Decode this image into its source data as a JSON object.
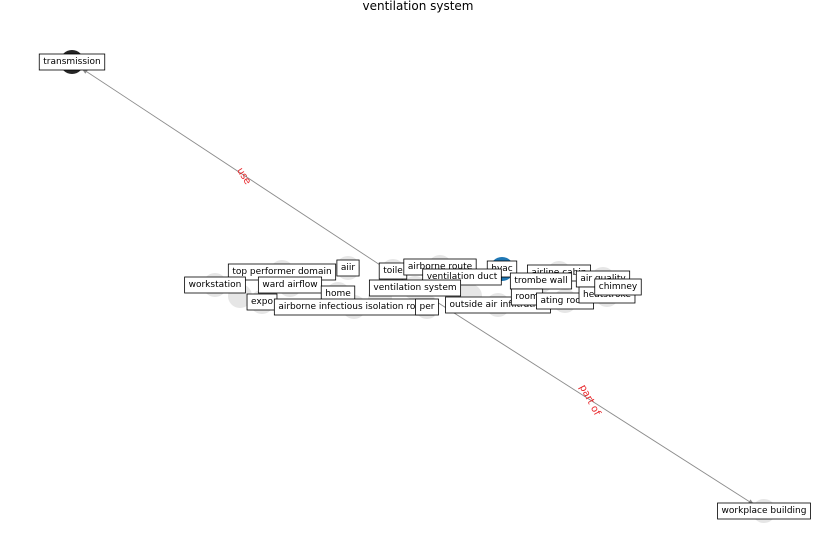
{
  "title": "ventilation system",
  "colors": {
    "edge": "#8c8c8c",
    "edge_label": "#e8262a",
    "node_default": "#e6e6e6",
    "node_dark": "#262626",
    "node_blue": "#1f77b4",
    "label_border": "#000000",
    "label_bg": "#ffffff"
  },
  "nodes": [
    {
      "id": "transmission",
      "label": "transmission",
      "color": "dark"
    },
    {
      "id": "workplace_building",
      "label": "workplace building",
      "color": "default"
    },
    {
      "id": "top_performer_domain",
      "label": "top performer domain",
      "color": "default"
    },
    {
      "id": "aiir",
      "label": "aiir",
      "color": "default"
    },
    {
      "id": "toilet",
      "label": "toile",
      "color": "default"
    },
    {
      "id": "airborne_route",
      "label": "airborne route",
      "color": "default"
    },
    {
      "id": "hvac",
      "label": "hvac",
      "color": "blue"
    },
    {
      "id": "airline_cabin",
      "label": "airline cabin",
      "color": "default"
    },
    {
      "id": "air_quality",
      "label": "air quality",
      "color": "default"
    },
    {
      "id": "ventilation_duct",
      "label": "ventilation duct",
      "color": "default"
    },
    {
      "id": "trombe_wall",
      "label": "trombe wall",
      "color": "default"
    },
    {
      "id": "workstation",
      "label": "workstation",
      "color": "default"
    },
    {
      "id": "ward_airflow",
      "label": "ward airflow",
      "color": "default"
    },
    {
      "id": "ventilation_system",
      "label": "ventilation system",
      "color": "default"
    },
    {
      "id": "home",
      "label": "home",
      "color": "default"
    },
    {
      "id": "exposure",
      "label": "expo",
      "color": "default"
    },
    {
      "id": "airborne_infectious_isolation_room",
      "label": "airborne infectious isolation room",
      "color": "default"
    },
    {
      "id": "damper",
      "label": "per",
      "color": "default"
    },
    {
      "id": "outside_air_infiltration",
      "label": "outside air infiltration",
      "color": "default"
    },
    {
      "id": "room",
      "label": "room",
      "color": "default"
    },
    {
      "id": "heating_room",
      "label": "ating room",
      "color": "default"
    },
    {
      "id": "heatstroke",
      "label": "heatstroke",
      "color": "default"
    },
    {
      "id": "chimney",
      "label": "chimney",
      "color": "default"
    },
    {
      "id": "hidden_a",
      "label": "",
      "color": "default"
    },
    {
      "id": "hidden_b",
      "label": "",
      "color": "default"
    },
    {
      "id": "hidden_c",
      "label": "",
      "color": "default"
    }
  ],
  "edges": [
    {
      "source": "ventilation_system",
      "target": "transmission",
      "label": "use"
    },
    {
      "source": "ventilation_system",
      "target": "workplace_building",
      "label": "part of"
    }
  ]
}
